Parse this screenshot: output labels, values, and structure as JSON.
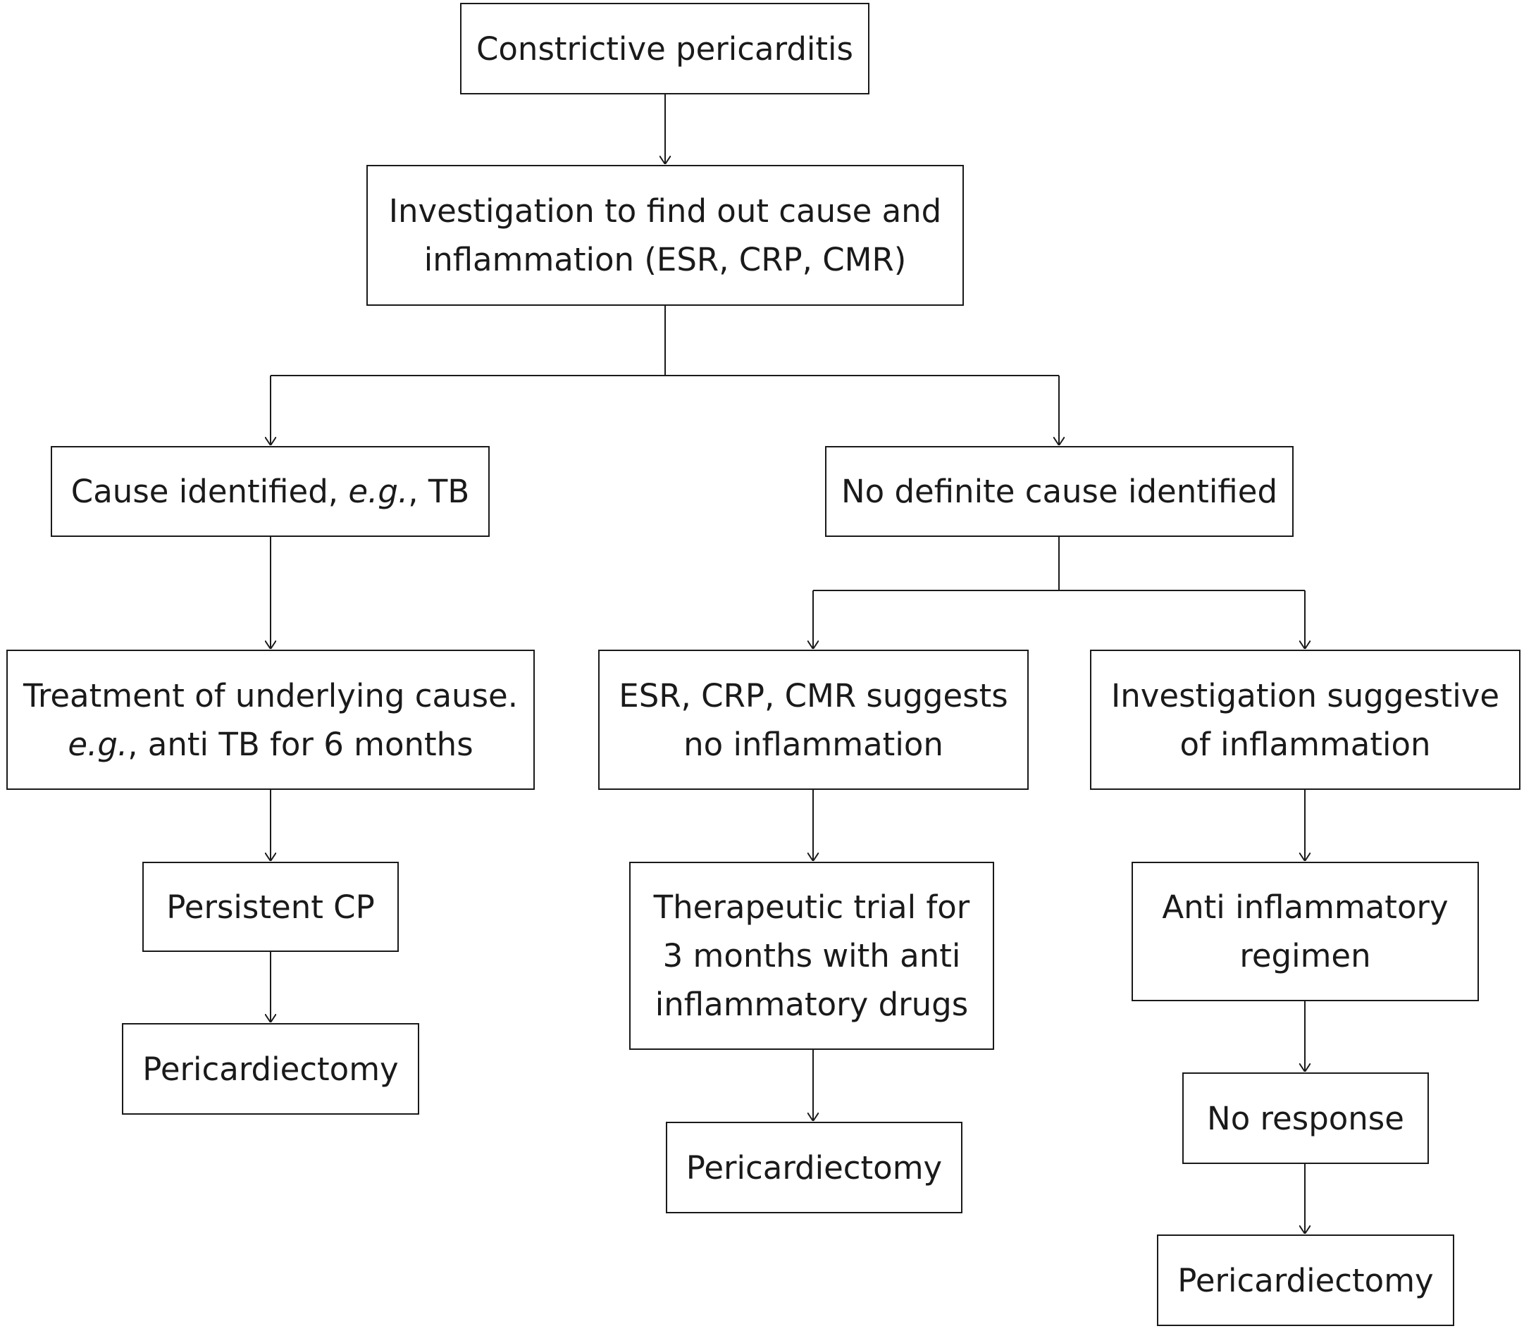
{
  "nodes": {
    "constrictive_pericarditis": "Constrictive pericarditis",
    "investigation": {
      "line1": "Investigation to find out cause and",
      "line2": "inflammation (ESR, CRP, CMR)"
    },
    "cause_identified": {
      "prefix": "Cause identified, ",
      "eg": "e.g.",
      "suffix": ", TB"
    },
    "no_definite_cause": "No definite cause identified",
    "treatment_underlying": {
      "line1": "Treatment of underlying cause.",
      "eg": "e.g.",
      "line2_rest": ", anti TB for 6 months"
    },
    "no_inflammation": {
      "line1": "ESR, CRP, CMR suggests",
      "line2": "no inflammation"
    },
    "suggestive_inflammation": {
      "line1": "Investigation suggestive",
      "line2": "of inflammation"
    },
    "persistent_cp": "Persistent CP",
    "therapeutic_trial": {
      "line1": "Therapeutic trial for",
      "line2": "3 months with anti",
      "line3": "inflammatory drugs"
    },
    "anti_inflammatory_regimen": {
      "line1": "Anti inflammatory",
      "line2": "regimen"
    },
    "pericardiectomy_left": "Pericardiectomy",
    "pericardiectomy_middle": "Pericardiectomy",
    "no_response": "No response",
    "pericardiectomy_right": "Pericardiectomy"
  },
  "colors": {
    "stroke": "#1a1a1a",
    "background": "#ffffff"
  }
}
